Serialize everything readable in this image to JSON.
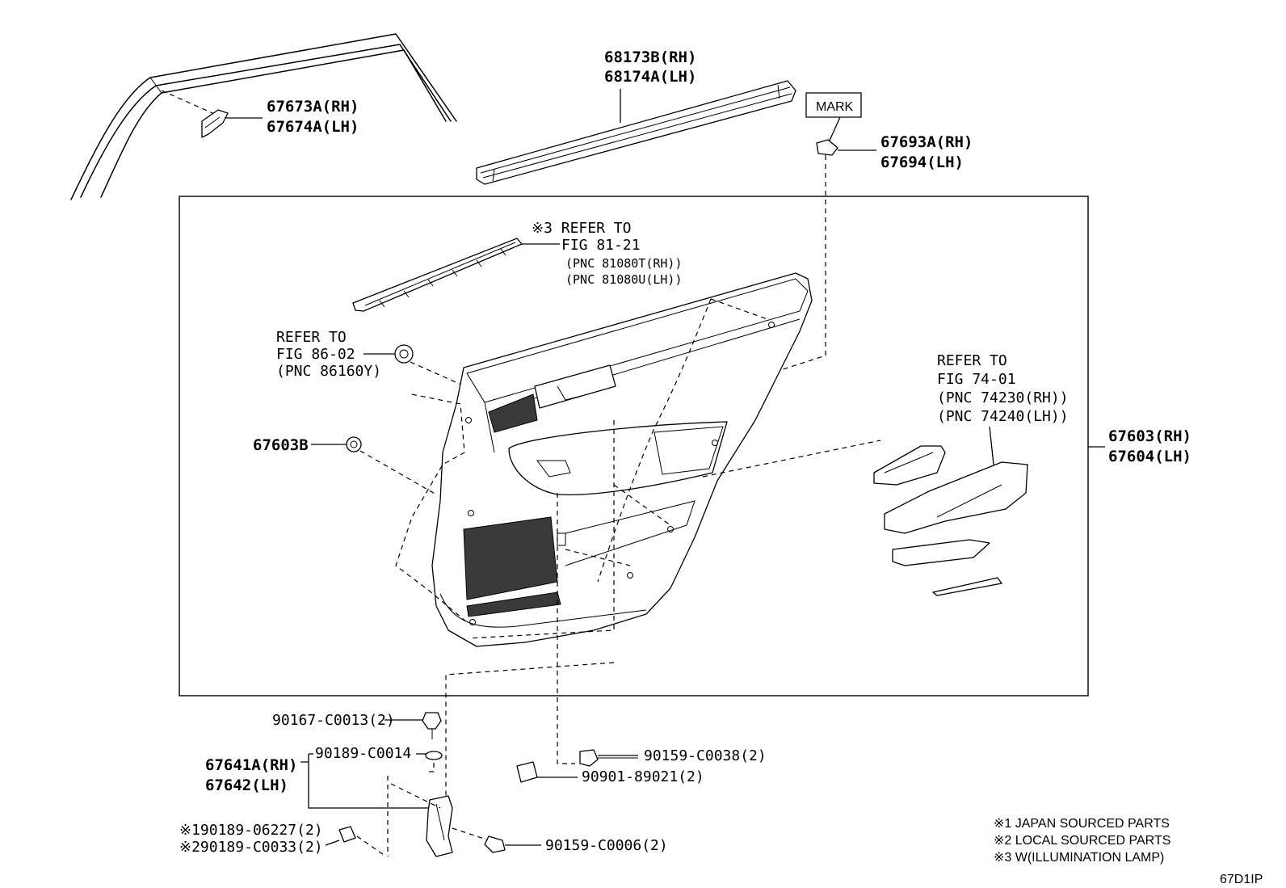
{
  "labels": {
    "weatherstrip_rh": "68173B(RH)",
    "weatherstrip_lh": "68174A(LH)",
    "corner_rh": "67673A(RH)",
    "corner_lh": "67674A(LH)",
    "mark": "MARK",
    "cover_rh": "67693A(RH)",
    "cover_lh": "67694(LH)",
    "ref81_a": "※3 REFER TO",
    "ref81_b": "FIG 81-21",
    "ref81_c": "(PNC 81080T(RH))",
    "ref81_d": "(PNC 81080U(LH))",
    "ref86_a": "REFER TO",
    "ref86_b": "FIG 86-02",
    "ref86_c": "(PNC 86160Y)",
    "clip_67603b": "67603B",
    "ref74_a": "REFER TO",
    "ref74_b": "FIG 74-01",
    "ref74_c": "(PNC 74230(RH))",
    "ref74_d": "(PNC 74240(LH))",
    "panel_rh": "67603(RH)",
    "panel_lh": "67604(LH)",
    "screw_90167": "90167-C0013(2)",
    "bracket_rh": "67641A(RH)",
    "bracket_lh": "67642(LH)",
    "clip_90189_c0014": "90189-C0014",
    "screw_90159_c0038": "90159-C0038(2)",
    "part_90901": "90901-89021(2)",
    "clip_90189_06227": "※190189-06227(2)",
    "clip_90189_c0033": "※290189-C0033(2)",
    "screw_90159_c0006": "90159-C0006(2)"
  },
  "legend": {
    "note1": "※1 JAPAN SOURCED PARTS",
    "note2": "※2 LOCAL SOURCED PARTS",
    "note3": "※3 W(ILLUMINATION LAMP)"
  },
  "figure_code": "67D1IP"
}
